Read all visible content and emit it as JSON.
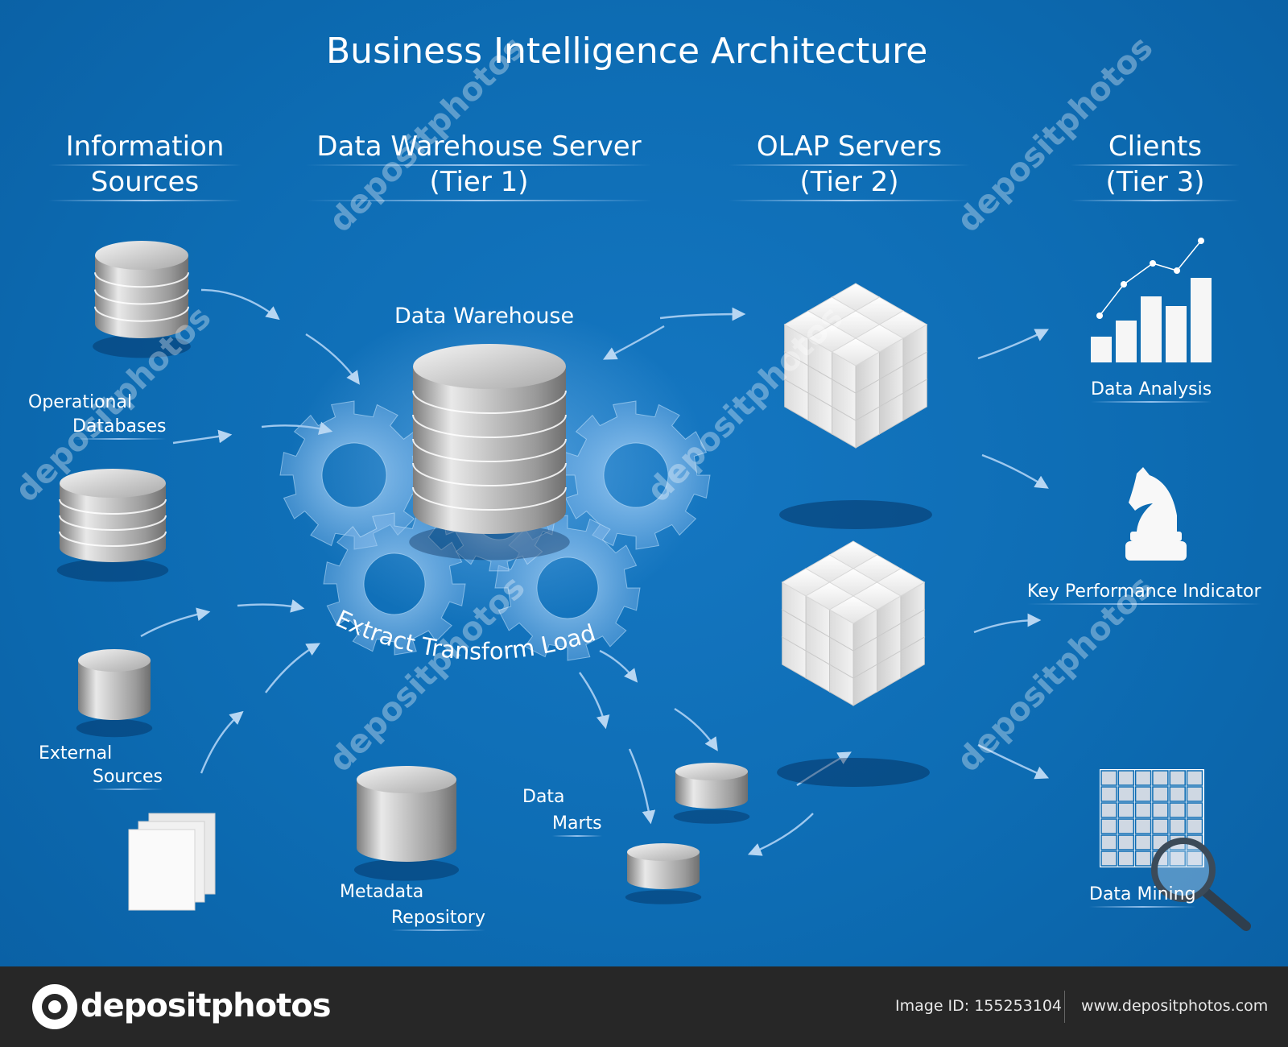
{
  "title": "Business Intelligence Architecture",
  "headers": {
    "sources_line1": "Information",
    "sources_line2": "Sources",
    "tier1_line1": "Data Warehouse Server",
    "tier1_line2": "(Tier 1)",
    "tier2_line1": "OLAP Servers",
    "tier2_line2": "(Tier 2)",
    "tier3_line1": "Clients",
    "tier3_line2": "(Tier 3)"
  },
  "labels": {
    "operational_1": "Operational",
    "operational_2": "Databases",
    "external_1": "External",
    "external_2": "Sources",
    "data_warehouse": "Data Warehouse",
    "etl": "Extract Transform Load",
    "metadata_1": "Metadata",
    "metadata_2": "Repository",
    "marts_1": "Data",
    "marts_2": "Marts",
    "data_analysis": "Data Analysis",
    "kpi": "Key Performance Indicator",
    "data_mining": "Data Mining"
  },
  "watermark": "depositphotos",
  "footer": {
    "brand": "depositphotos",
    "image_id": "Image ID: 155253104",
    "site": "www.depositphotos.com"
  },
  "colors": {
    "background": "#0d6cb3",
    "text": "#ffffff",
    "footer": "#272727",
    "cylinder": "#b8b8b8",
    "cube": "#f2f2f2"
  }
}
